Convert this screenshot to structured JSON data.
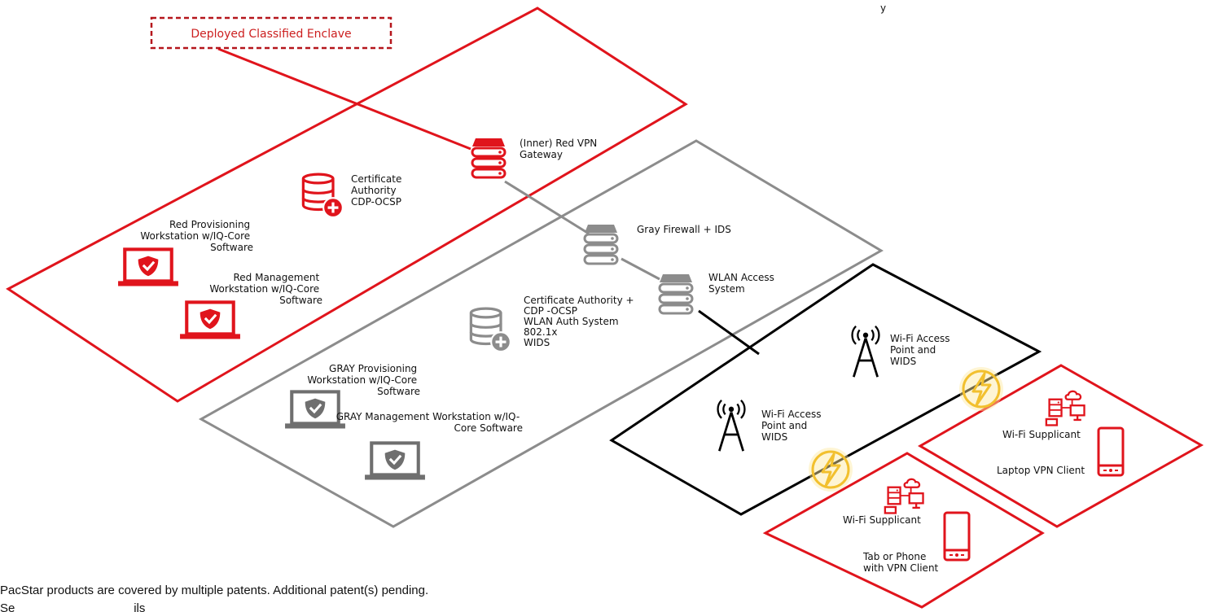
{
  "colors": {
    "red": "#e0141c",
    "gray": "#8c8c8c",
    "black": "#000000",
    "lightning": "#f2c02e"
  },
  "top_right_partial_text": "y",
  "enclave_callout": "Deployed Classified Enclave",
  "nodes": {
    "red_vpn_gateway": {
      "icon": "server-icon",
      "lines": [
        "(Inner) Red VPN",
        "Gateway"
      ]
    },
    "red_certificate_authority": {
      "icon": "database-plus-icon",
      "lines": [
        "Certificate",
        "Authority",
        "CDP-OCSP"
      ]
    },
    "red_provisioning_workstation": {
      "icon": "laptop-shield-icon",
      "lines": [
        "Red Provisioning",
        "Workstation w/IQ-Core",
        "Software"
      ]
    },
    "red_management_workstation": {
      "icon": "laptop-shield-icon",
      "lines": [
        "Red Management",
        "Workstation w/IQ-Core",
        "Software"
      ]
    },
    "gray_firewall_ids": {
      "icon": "server-icon",
      "lines": [
        "Gray Firewall + IDS"
      ]
    },
    "wlan_access_system": {
      "icon": "server-icon",
      "lines": [
        "WLAN Access",
        "System"
      ]
    },
    "gray_certificate_authority": {
      "icon": "database-plus-icon",
      "lines": [
        "Certificate Authority +",
        "CDP -OCSP",
        "WLAN Auth System",
        "802.1x",
        "WIDS"
      ]
    },
    "gray_provisioning_workstation": {
      "icon": "laptop-shield-icon",
      "lines": [
        "GRAY Provisioning",
        "Workstation w/IQ-Core",
        "Software"
      ]
    },
    "gray_management_workstation": {
      "icon": "laptop-shield-icon",
      "lines": [
        "GRAY Management Workstation w/IQ-",
        "Core Software"
      ]
    },
    "wifi_ap_1": {
      "icon": "antenna-tower-icon",
      "lines": [
        "Wi-Fi Access",
        "Point and",
        "WIDS"
      ]
    },
    "wifi_ap_2": {
      "icon": "antenna-tower-icon",
      "lines": [
        "Wi-Fi Access",
        "Point and",
        "WIDS"
      ]
    },
    "wifi_supplicant_laptop": {
      "icon": "network-devices-icon",
      "lines": [
        "Wi-Fi Supplicant"
      ]
    },
    "laptop_vpn_client": {
      "icon": "tablet-icon",
      "lines": [
        "Laptop VPN Client"
      ]
    },
    "wifi_supplicant_tablet": {
      "icon": "network-devices-icon",
      "lines": [
        "Wi-Fi Supplicant"
      ]
    },
    "tab_phone_vpn_client": {
      "icon": "tablet-icon",
      "lines": [
        "Tab or Phone",
        "with VPN Client"
      ]
    }
  },
  "footer": {
    "line1": "PacStar products are covered by multiple patents. Additional patent(s) pending.",
    "line2": "Se                                   ils"
  }
}
